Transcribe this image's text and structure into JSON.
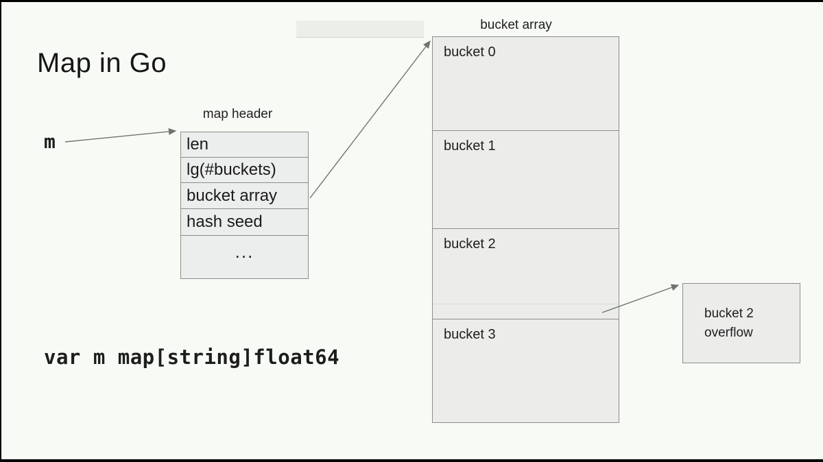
{
  "slide": {
    "title": "Map in Go",
    "pointer_var": "m",
    "code": "var m map[string]float64",
    "map_header": {
      "label": "map header",
      "fields": [
        "len",
        "lg(#buckets)",
        "bucket array",
        "hash seed",
        "..."
      ]
    },
    "bucket_array": {
      "label": "bucket array",
      "buckets": [
        "bucket 0",
        "bucket 1",
        "bucket 2",
        "bucket 3"
      ]
    },
    "overflow_box": {
      "line1": "bucket 2",
      "line2": "overflow"
    },
    "colors": {
      "background": "#f7faf5",
      "frame": "#000000",
      "box_fill": "#ecedeb",
      "box_border": "#8a8d88",
      "arrow": "#6f746f",
      "text": "#1b1b1b"
    }
  }
}
